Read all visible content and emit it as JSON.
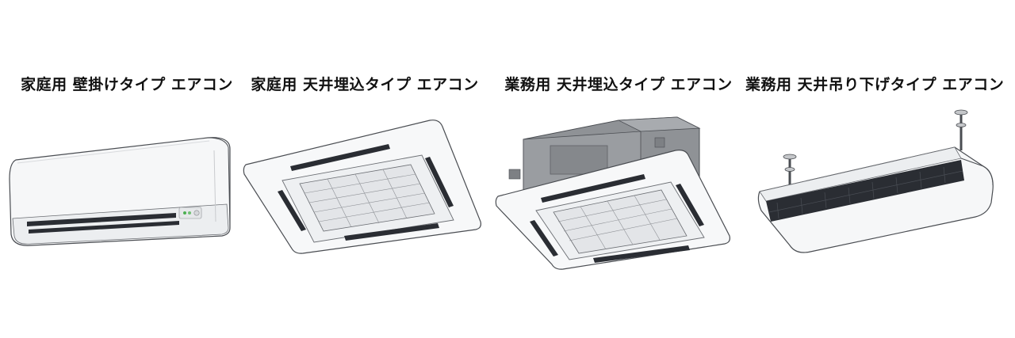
{
  "products": [
    {
      "title": "家庭用 壁掛けタイプ エアコン",
      "icon": "wall-mounted-ac"
    },
    {
      "title": "家庭用 天井埋込タイプ エアコン",
      "icon": "ceiling-cassette-ac"
    },
    {
      "title": "業務用 天井埋込タイプ エアコン",
      "icon": "commercial-ceiling-cassette-ac"
    },
    {
      "title": "業務用 天井吊り下げタイプ エアコン",
      "icon": "ceiling-suspended-ac"
    }
  ],
  "colors": {
    "background": "#ffffff",
    "text": "#111111",
    "unit_body": "#f4f5f6",
    "grille": "#2a2d33",
    "housing": "#8f9296"
  }
}
